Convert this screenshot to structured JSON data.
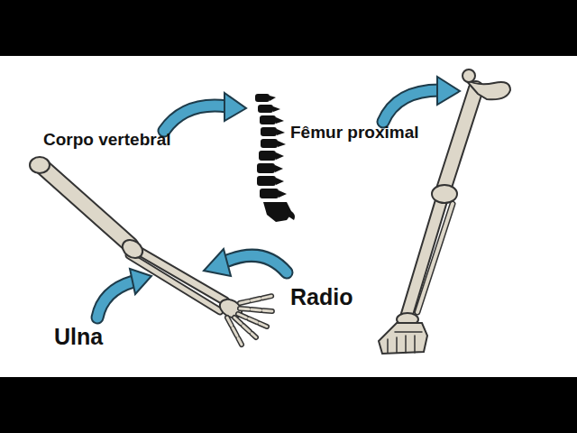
{
  "diagram": {
    "labels": [
      "Corpo vertebral",
      "Fêmur proximal",
      "Radio",
      "Ulna"
    ]
  }
}
